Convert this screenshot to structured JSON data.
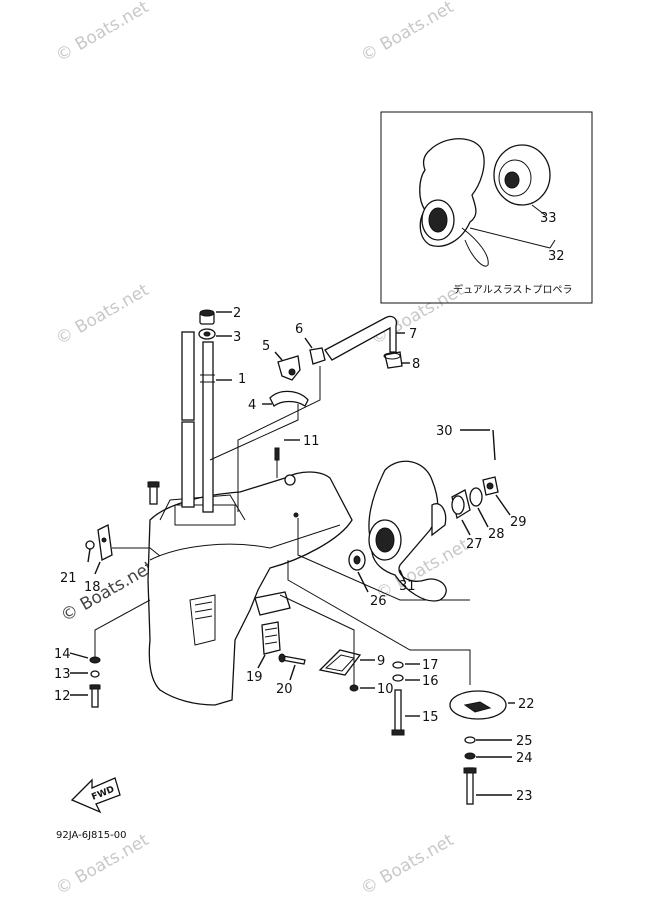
{
  "watermark": "© Boats.net",
  "inset": {
    "caption": "デュアルスラストプロペラ",
    "labels": [
      "33",
      "32"
    ]
  },
  "parts": [
    {
      "id": "1",
      "label": "1"
    },
    {
      "id": "2",
      "label": "2"
    },
    {
      "id": "3",
      "label": "3"
    },
    {
      "id": "4",
      "label": "4"
    },
    {
      "id": "5",
      "label": "5"
    },
    {
      "id": "6",
      "label": "6"
    },
    {
      "id": "7",
      "label": "7"
    },
    {
      "id": "8",
      "label": "8"
    },
    {
      "id": "9",
      "label": "9"
    },
    {
      "id": "10",
      "label": "10"
    },
    {
      "id": "11",
      "label": "11"
    },
    {
      "id": "12",
      "label": "12"
    },
    {
      "id": "13",
      "label": "13"
    },
    {
      "id": "14",
      "label": "14"
    },
    {
      "id": "15",
      "label": "15"
    },
    {
      "id": "16",
      "label": "16"
    },
    {
      "id": "17",
      "label": "17"
    },
    {
      "id": "18",
      "label": "18"
    },
    {
      "id": "19",
      "label": "19"
    },
    {
      "id": "20",
      "label": "20"
    },
    {
      "id": "21",
      "label": "21"
    },
    {
      "id": "22",
      "label": "22"
    },
    {
      "id": "23",
      "label": "23"
    },
    {
      "id": "24",
      "label": "24"
    },
    {
      "id": "25",
      "label": "25"
    },
    {
      "id": "26",
      "label": "26"
    },
    {
      "id": "27",
      "label": "27"
    },
    {
      "id": "28",
      "label": "28"
    },
    {
      "id": "29",
      "label": "29"
    },
    {
      "id": "30",
      "label": "30"
    },
    {
      "id": "31",
      "label": "31"
    }
  ],
  "fwd_label": "FWD",
  "diagram_code": "92JA-6J815-00"
}
